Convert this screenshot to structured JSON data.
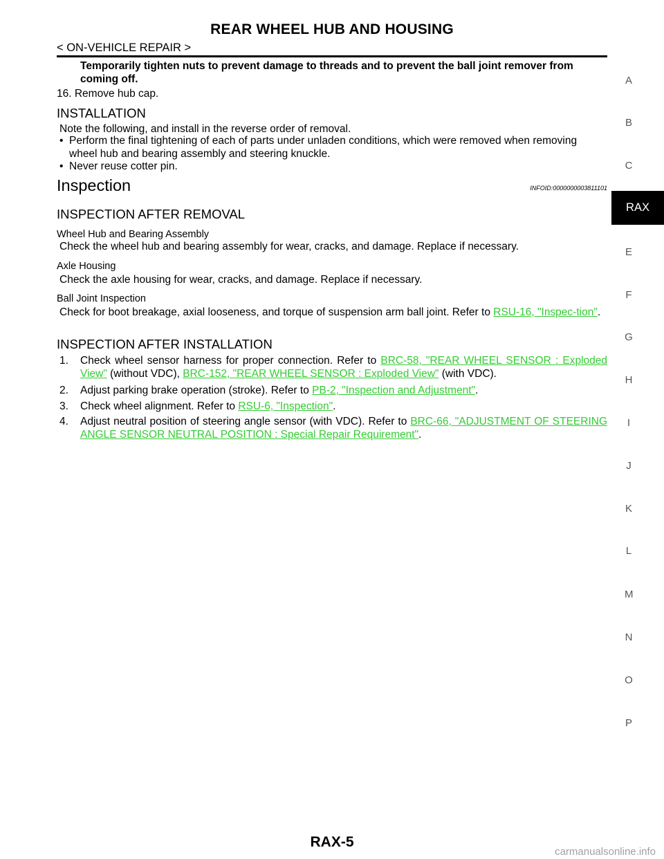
{
  "header": {
    "title": "REAR WHEEL HUB AND HOUSING",
    "section": "< ON-VEHICLE REPAIR >"
  },
  "removal": {
    "caution": "Temporarily tighten nuts to prevent damage to threads and to prevent the ball joint remover from coming off.",
    "step16": "16. Remove hub cap."
  },
  "installation": {
    "heading": "INSTALLATION",
    "intro": "Note the following, and install in the reverse order of removal.",
    "bullets": [
      "Perform the final tightening of each of parts under unladen conditions, which were removed when removing wheel hub and bearing assembly and steering knuckle.",
      "Never reuse cotter pin."
    ]
  },
  "inspection": {
    "title": "Inspection",
    "infoid": "INFOID:0000000003811101",
    "after_removal": {
      "heading": "INSPECTION AFTER REMOVAL",
      "wheel_hub": {
        "title": "Wheel Hub and Bearing Assembly",
        "text": "Check the wheel hub and bearing assembly for wear, cracks, and damage. Replace if necessary."
      },
      "axle_housing": {
        "title": "Axle Housing",
        "text": "Check the axle housing for wear, cracks, and damage. Replace if necessary."
      },
      "ball_joint": {
        "title": "Ball Joint Inspection",
        "text_pre": "Check for boot breakage, axial looseness, and torque of suspension arm ball joint. Refer to ",
        "link": "RSU-16, \"Inspec-tion\"",
        "text_post": "."
      }
    },
    "after_installation": {
      "heading": "INSPECTION AFTER INSTALLATION",
      "steps": [
        {
          "num": "1.",
          "pre": "Check wheel sensor harness for proper connection. Refer to ",
          "link1": "BRC-58, \"REAR WHEEL SENSOR : Exploded View\"",
          "mid": " (without VDC), ",
          "link2": "BRC-152, \"REAR WHEEL SENSOR : Exploded View\"",
          "post": " (with VDC)."
        },
        {
          "num": "2.",
          "pre": "Adjust parking brake operation (stroke). Refer to ",
          "link1": "PB-2, \"Inspection and Adjustment\"",
          "post": "."
        },
        {
          "num": "3.",
          "pre": "Check wheel alignment. Refer to ",
          "link1": "RSU-6, \"Inspection\"",
          "post": "."
        },
        {
          "num": "4.",
          "pre": "Adjust neutral position of steering angle sensor (with VDC). Refer to ",
          "link1": "BRC-66, \"ADJUSTMENT OF STEERING ANGLE SENSOR NEUTRAL POSITION : Special Repair Requirement\"",
          "post": "."
        }
      ]
    }
  },
  "side_index": {
    "letters": [
      "A",
      "B",
      "C",
      "E",
      "F",
      "G",
      "H",
      "I",
      "J",
      "K",
      "L",
      "M",
      "N",
      "O",
      "P"
    ],
    "active": "RAX"
  },
  "footer": {
    "page": "RAX-5",
    "watermark": "carmanualsonline.info"
  },
  "colors": {
    "link": "#33cc33",
    "tab_bg": "#000000",
    "watermark": "#a0a0a0"
  }
}
